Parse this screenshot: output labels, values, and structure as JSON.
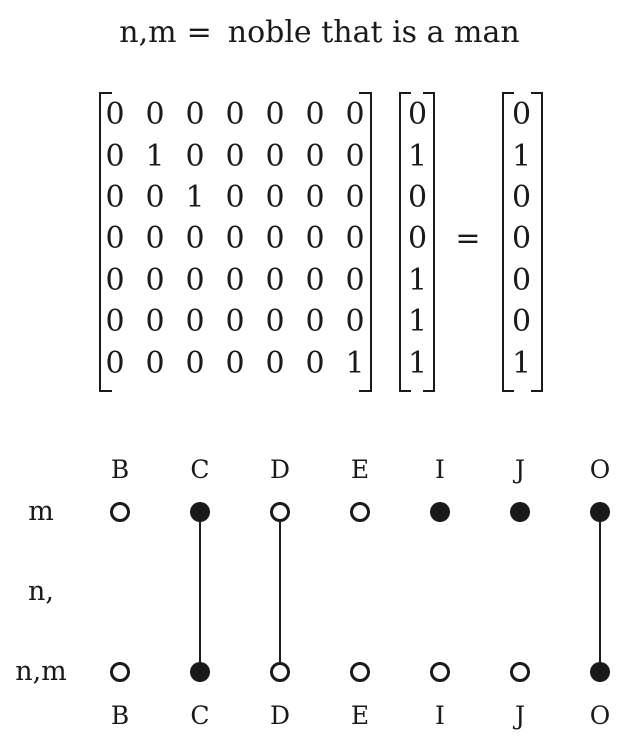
{
  "title": {
    "lhs": "n,m",
    "rel": "=",
    "rhs": "noble that is a man"
  },
  "equation": {
    "matrix_rows": [
      [
        "0",
        "0",
        "0",
        "0",
        "0",
        "0",
        "0"
      ],
      [
        "0",
        "1",
        "0",
        "0",
        "0",
        "0",
        "0"
      ],
      [
        "0",
        "0",
        "1",
        "0",
        "0",
        "0",
        "0"
      ],
      [
        "0",
        "0",
        "0",
        "0",
        "0",
        "0",
        "0"
      ],
      [
        "0",
        "0",
        "0",
        "0",
        "0",
        "0",
        "0"
      ],
      [
        "0",
        "0",
        "0",
        "0",
        "0",
        "0",
        "0"
      ],
      [
        "0",
        "0",
        "0",
        "0",
        "0",
        "0",
        "1"
      ]
    ],
    "input_vector": [
      "0",
      "1",
      "0",
      "0",
      "1",
      "1",
      "1"
    ],
    "equals": "=",
    "output_vector": [
      "0",
      "1",
      "0",
      "0",
      "0",
      "0",
      "1"
    ]
  },
  "diagram": {
    "column_labels": [
      "B",
      "C",
      "D",
      "E",
      "I",
      "J",
      "O"
    ],
    "top_row": {
      "label": "m",
      "nodes": [
        "open",
        "filled",
        "open",
        "open",
        "filled",
        "filled",
        "filled"
      ]
    },
    "middle_row_label": "n,",
    "bottom_row": {
      "label": "n,m",
      "nodes": [
        "open",
        "filled",
        "open",
        "open",
        "open",
        "open",
        "filled"
      ]
    },
    "connected_columns": [
      "C",
      "D",
      "O"
    ]
  },
  "colors": {
    "ink": "#1a1a1a",
    "background": "#ffffff"
  }
}
